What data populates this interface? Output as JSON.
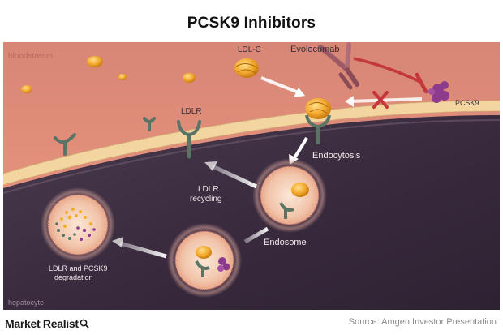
{
  "title": "PCSK9 Inhibitors",
  "labels": {
    "bloodstream": "bloodstream",
    "ldl_c": "LDL-C",
    "evolocumab": "Evolocumab",
    "pcsk9": "PCSK9",
    "ldlr": "LDLR",
    "endocytosis": "Endocytosis",
    "ldlr_recycling_1": "LDLR",
    "ldlr_recycling_2": "recycling",
    "endosome": "Endosome",
    "degradation_1": "LDLR and PCSK9",
    "degradation_2": "degradation",
    "hepatocyte": "hepatocyte"
  },
  "footer": {
    "brand": "Market Realist",
    "source": "Source: Amgen Investor Presentation"
  },
  "colors": {
    "bloodstream": "#e08f7c",
    "membrane": "#f1d49c",
    "cell": "#3a2a3d",
    "receptor": "#5b7466",
    "particle": "#f0a62c",
    "antibody": "#9c5a66",
    "pcsk9": "#8d3b8c",
    "block": "#c4373a"
  }
}
